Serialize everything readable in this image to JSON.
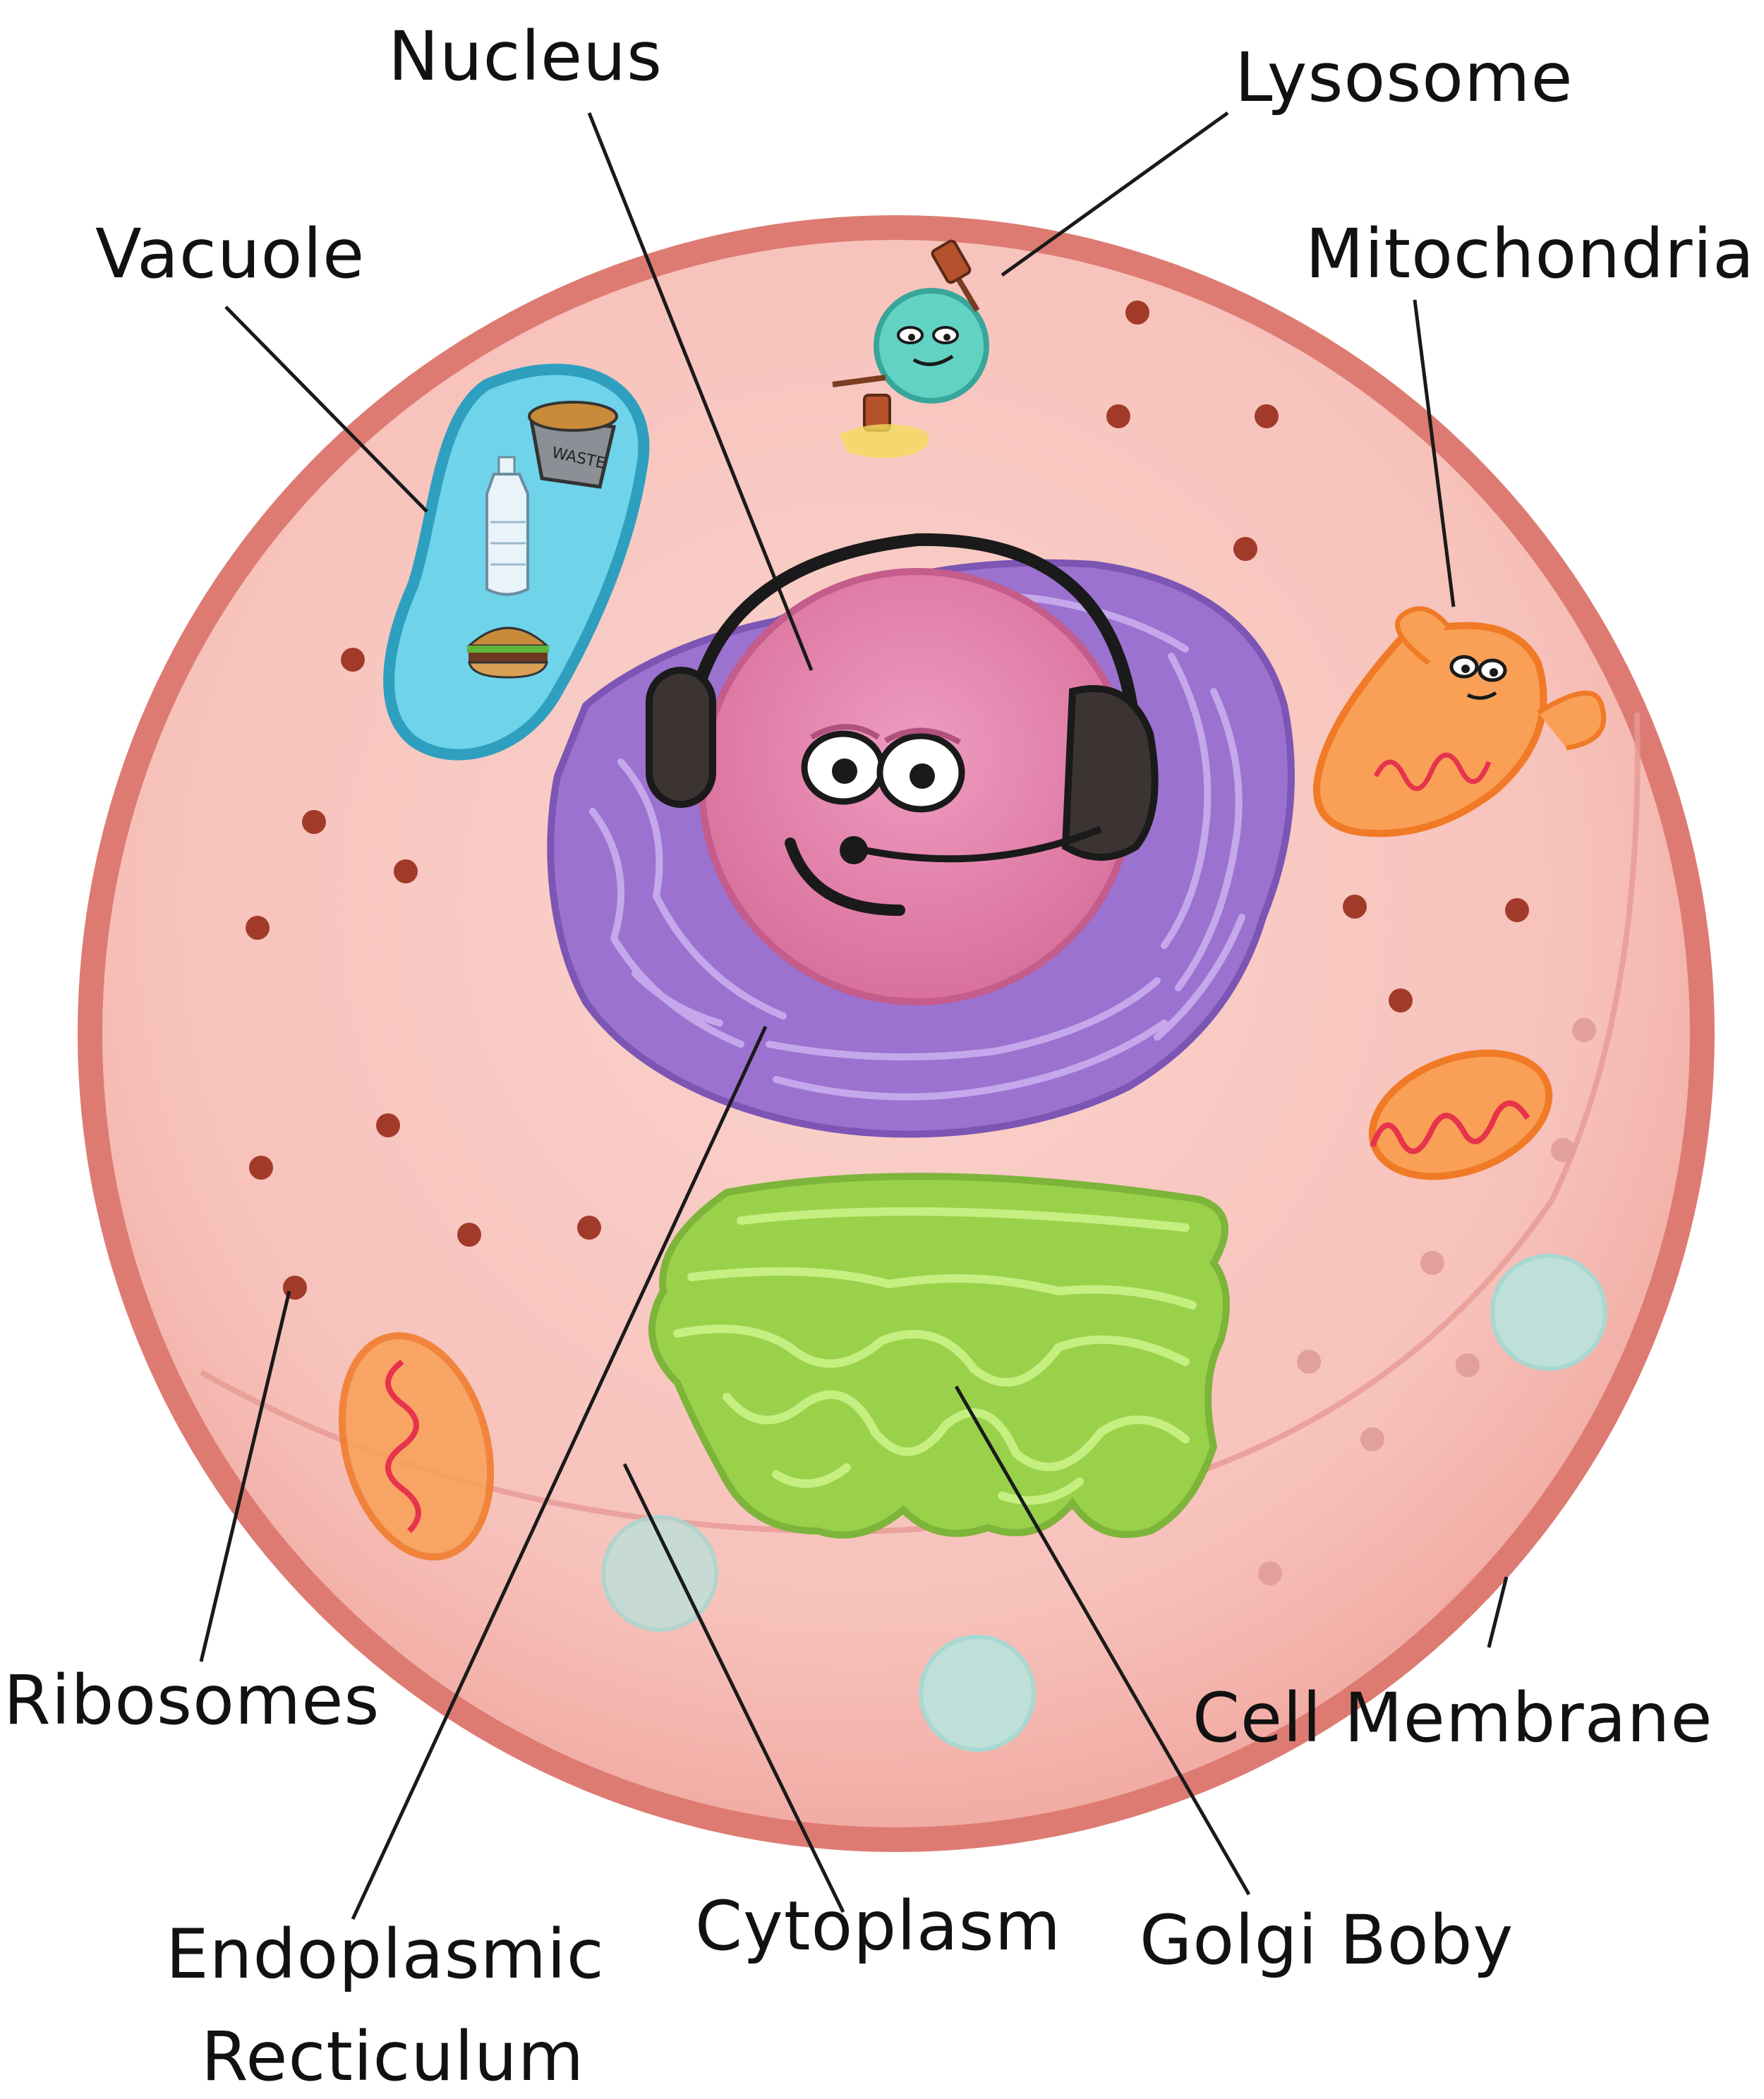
{
  "labels": {
    "nucleus": "Nucleus",
    "lysosome": "Lysosome",
    "vacuole": "Vacuole",
    "mitochondria": "Mitochondria",
    "ribosomes": "Ribosomes",
    "cell_membrane": "Cell Membrane",
    "er_line1": "Endoplasmic",
    "er_line2": "Recticulum",
    "cytoplasm": "Cytoplasm",
    "golgi": "Golgi Boby"
  },
  "vacuole_items": {
    "waste_text": "WASTE"
  },
  "colors": {
    "cell_rim": "#dd7b72",
    "cytoplasm": "#f7c4bd",
    "nucleus": "#e786ad",
    "er": "#9b72cf",
    "golgi": "#9ad14a",
    "mitochondria": "#f9a056",
    "vacuole": "#6fd3ea",
    "lysosome": "#62d3c2",
    "ribosome": "#a23a2a"
  }
}
